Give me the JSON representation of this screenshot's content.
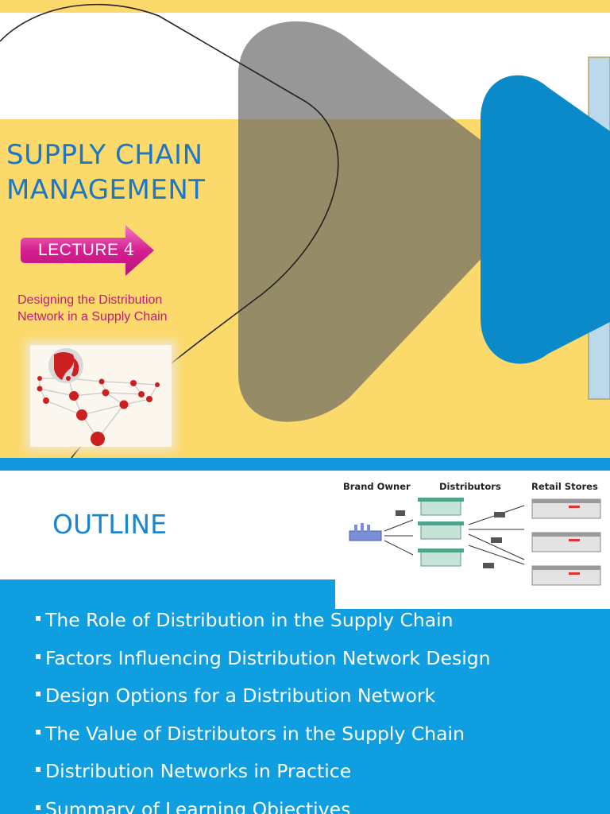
{
  "slide1": {
    "title_line1": "SUPPLY CHAIN",
    "title_line2": "MANAGEMENT",
    "lecture_word": "LECTURE",
    "lecture_number": "4",
    "subtitle_line1": "Designing the Distribution",
    "subtitle_line2": "Network in a Supply Chain",
    "colors": {
      "yellow": "#fcd96b",
      "blue": "#1a77c9",
      "magenta": "#c21a7a",
      "accent_blue": "#0a8ac8",
      "grey": "#7a7a7a"
    },
    "image": {
      "icon": "globe-network-icon"
    }
  },
  "slide2": {
    "heading": "OUTLINE",
    "diagram": {
      "labels": [
        "Brand Owner",
        "Distributors",
        "Retail Stores"
      ],
      "icons": [
        "factory-icon",
        "warehouse-icon",
        "truck-icon",
        "retail-store-icon"
      ]
    },
    "bullets": [
      "The Role of Distribution in the Supply Chain",
      "Factors Influencing Distribution Network Design",
      "Design Options for a Distribution Network",
      "The Value of Distributors in the Supply Chain",
      "Distribution Networks in Practice",
      "Summary of Learning Objectives"
    ],
    "colors": {
      "blue": "#0f9fe0",
      "heading": "#1a86cf"
    }
  }
}
